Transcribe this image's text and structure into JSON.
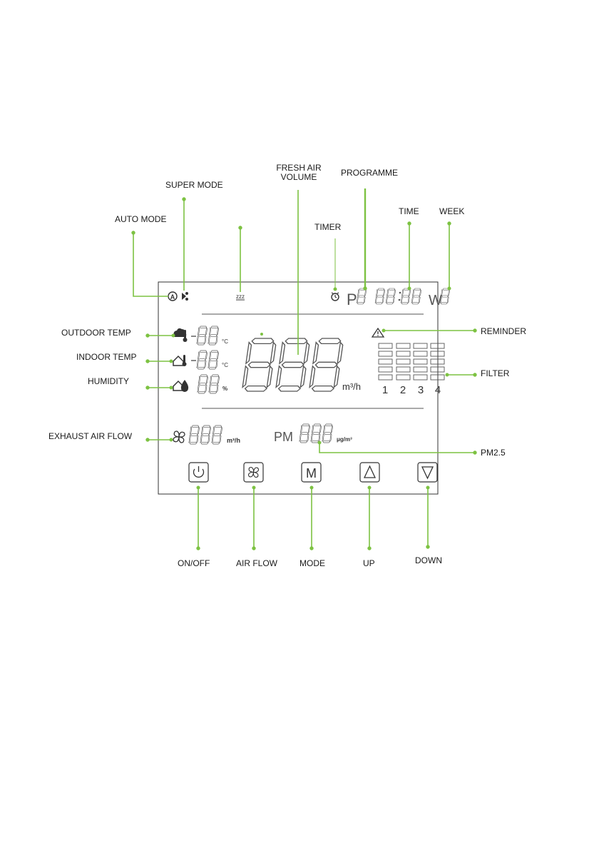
{
  "callouts": {
    "fresh_air_volume": "FRESH AIR\nVOLUME",
    "programme": "PROGRAMME",
    "super_mode": "SUPER MODE",
    "auto_mode": "AUTO MODE",
    "timer": "TIMER",
    "time": "TIME",
    "week": "WEEK",
    "outdoor_temp": "OUTDOOR TEMP",
    "indoor_temp": "INDOOR TEMP",
    "humidity": "HUMIDITY",
    "reminder": "REMINDER",
    "filter": "FILTER",
    "exhaust_air_flow": "EXHAUST AIR FLOW",
    "pm25": "PM2.5",
    "on_off": "ON/OFF",
    "air_flow": "AIR FLOW",
    "mode": "MODE",
    "up": "UP",
    "down": "DOWN"
  },
  "display": {
    "programme_prefix": "P",
    "week_prefix": "W",
    "pm_prefix": "PM",
    "unit_celsius": "°C",
    "unit_percent": "%",
    "unit_airflow": "m³/h",
    "unit_pm": "μg/m³",
    "filter_numbers": [
      "1",
      "2",
      "3",
      "4"
    ],
    "mode_button_letter": "M"
  },
  "colors": {
    "callout_green": "#7dc242",
    "lcd_gray": "#555555",
    "frame": "#333333"
  }
}
